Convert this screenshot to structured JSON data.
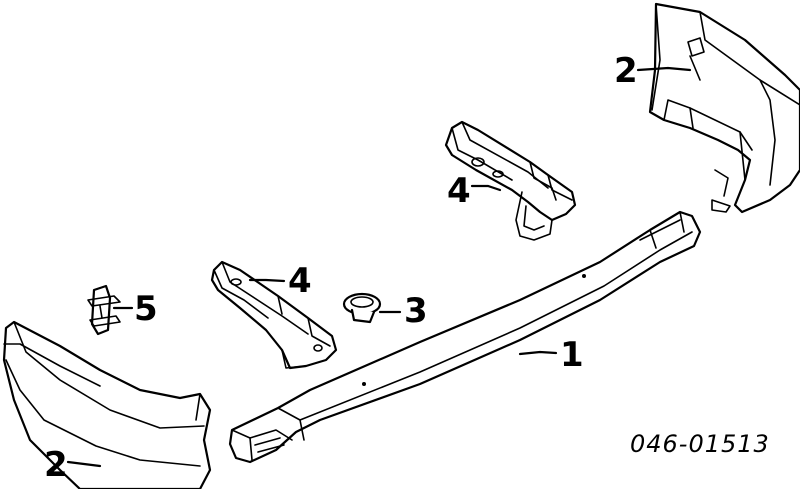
{
  "callouts": {
    "bar": "1",
    "cover_upper": "2",
    "cover_lower": "2",
    "cap": "3",
    "bracket_upper": "4",
    "bracket_lower": "4",
    "clip": "5"
  },
  "diagram_ref": "046-01513"
}
